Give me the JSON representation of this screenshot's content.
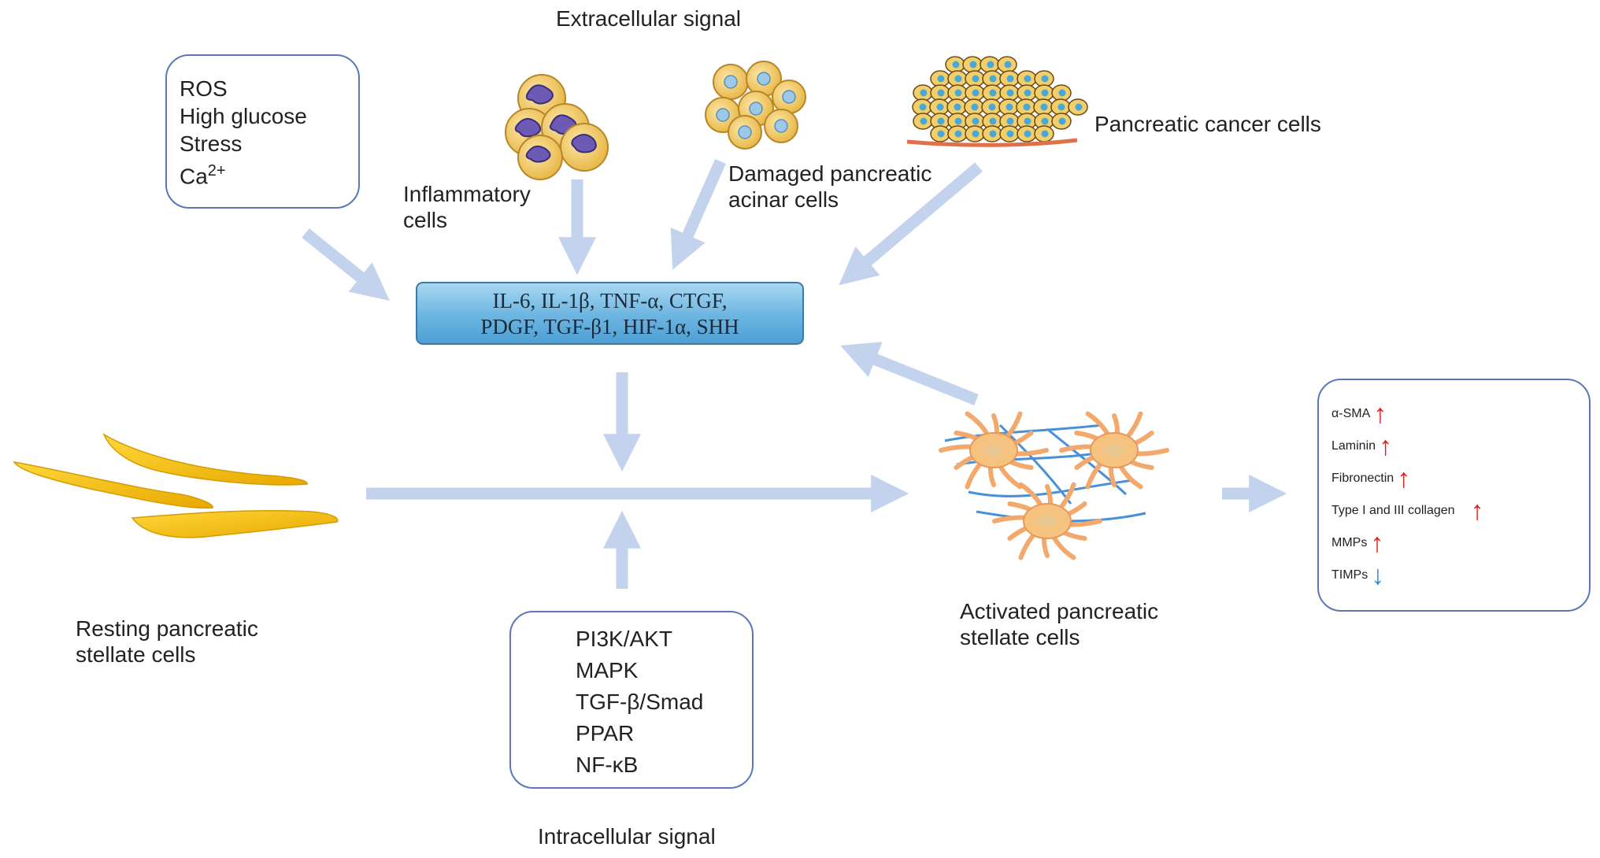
{
  "titles": {
    "extracellular": "Extracellular signal",
    "intracellular": "Intracellular signal"
  },
  "stress_box": {
    "items": [
      "ROS",
      "High glucose",
      "Stress"
    ],
    "calcium_base": "Ca",
    "calcium_sup": "2+"
  },
  "cell_labels": {
    "inflammatory": [
      "Inflammatory",
      "cells"
    ],
    "acinar": [
      "Damaged pancreatic",
      "acinar cells"
    ],
    "cancer": "Pancreatic cancer cells",
    "resting": [
      "Resting pancreatic",
      "stellate cells"
    ],
    "activated": [
      "Activated pancreatic",
      "stellate cells"
    ]
  },
  "cytokines": {
    "line1": "IL-6, IL-1β, TNF-α, CTGF,",
    "line2": "PDGF, TGF-β1, HIF-1α, SHH"
  },
  "pathways": [
    "PI3K/AKT",
    "MAPK",
    "TGF-β/Smad",
    "PPAR",
    "NF-κB"
  ],
  "ecm": [
    {
      "label": "α-SMA",
      "direction": "↑"
    },
    {
      "label": "Laminin",
      "direction": "↑"
    },
    {
      "label": "Fibronectin",
      "direction": "↑"
    },
    {
      "label": "Type I and III collagen",
      "direction": "↑"
    },
    {
      "label": "MMPs",
      "direction": "↑"
    },
    {
      "label": "TIMPs",
      "direction": "↓"
    }
  ],
  "colors": {
    "flow_arrow": "#c3d3ee",
    "box_border": "#5a78b8",
    "cytokine_fill": "#6bb5e2",
    "up_arrow": "#e02020",
    "down_arrow": "#2e86d6",
    "resting_cell": "#f5c518",
    "activated_cell": "#f4b07a",
    "fiber": "#4a90d9"
  }
}
